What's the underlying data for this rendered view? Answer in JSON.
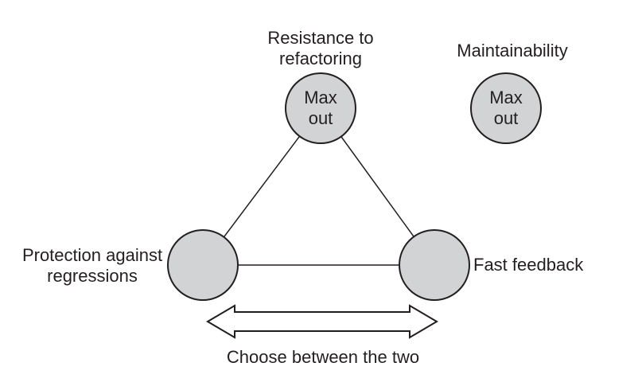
{
  "diagram": {
    "description": "Test quality trade-off triangle",
    "nodes": {
      "resistance": {
        "label": "Resistance to\nrefactoring",
        "value": "Max\nout"
      },
      "maintainability": {
        "label": "Maintainability",
        "value": "Max\nout"
      },
      "protection": {
        "label": "Protection against\nregressions"
      },
      "fast_feedback": {
        "label": "Fast feedback"
      }
    },
    "arrow_caption": "Choose between the two",
    "colors": {
      "node_fill": "#d1d3d4",
      "stroke": "#231f20",
      "text": "#231f20",
      "background": "#ffffff"
    }
  }
}
